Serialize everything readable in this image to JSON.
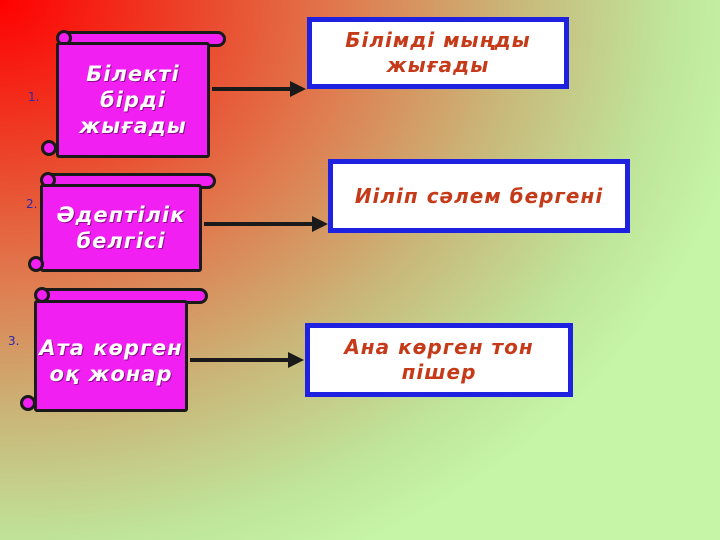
{
  "rows": [
    {
      "number": "1.",
      "left": "Білекті бірді жығады",
      "right": "Білімді мыңды жығады"
    },
    {
      "number": "2.",
      "left": "Әдептілік белгісі",
      "right": "Иіліп сәлем бергені"
    },
    {
      "number": "3.",
      "left": "Ата көрген оқ жонар",
      "right": "Ана көрген тон пішер"
    }
  ],
  "colors": {
    "scroll_fill": "#f21ff2",
    "box_border": "#1e22e0",
    "box_text": "#c53b1a",
    "arrow": "#1a1a1a"
  }
}
